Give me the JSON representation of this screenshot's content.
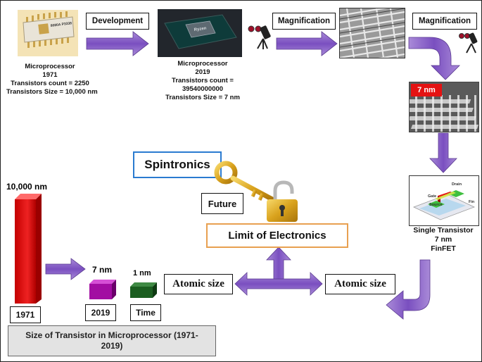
{
  "labels": {
    "development": "Development",
    "magnification1": "Magnification",
    "magnification2": "Magnification",
    "size_7nm_badge": "7 nm",
    "spintronics": "Spintronics",
    "future": "Future",
    "limit": "Limit of Electronics",
    "atomic_left": "Atomic size",
    "atomic_right": "Atomic size",
    "caption": "Size of Transistor  in Microprocessor  (1971-2019)"
  },
  "chips": {
    "chip1971_text": "8080A P3338",
    "chip2019_text": "Ryzen"
  },
  "micro1971": {
    "line1": "Microprocessor",
    "line2": "1971",
    "line3": "Transistors count = 2250",
    "line4": "Transistors Size = 10,000 nm"
  },
  "micro2019": {
    "line1": "Microprocessor",
    "line2": "2019",
    "line3": "Transistors count =",
    "line4": "39540000000",
    "line5": "Transistors Size = 7 nm"
  },
  "single": {
    "line1": "Single Transistor",
    "line2": "7 nm",
    "line3": "FinFET",
    "drain": "Drain",
    "gate": "Gate",
    "source": "Source",
    "fin": "Fin"
  },
  "bars": {
    "b1971": {
      "value_label": "10,000 nm",
      "axis_label": "1971"
    },
    "b2019": {
      "value_label": "7 nm",
      "axis_label": "2019"
    },
    "btime": {
      "value_label": "1 nm",
      "axis_label": "Time"
    }
  },
  "colors": {
    "arrow_purple": "#8b5cc8",
    "bar_red": "#e41212",
    "bar_purple": "#a20da2",
    "bar_green": "#1b5e20",
    "limit_border": "#e8a050",
    "spin_border": "#2a7bd0",
    "badge_red": "#e41212"
  }
}
